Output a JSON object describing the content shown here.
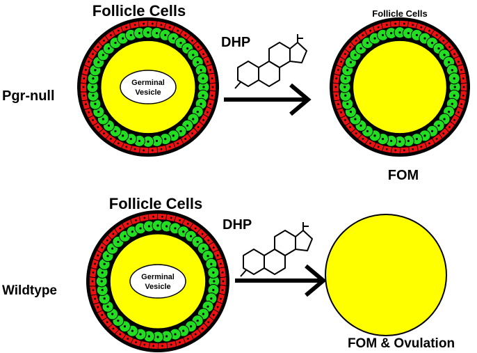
{
  "labels": {
    "follicle_top_left": "Follicle Cells",
    "follicle_top_right": "Follicle Cells",
    "follicle_bottom_left": "Follicle Cells",
    "dhp_top": "DHP",
    "dhp_bottom": "DHP",
    "pgr_null": "Pgr-null",
    "wildtype": "Wildtype",
    "germinal_line1": "Germinal",
    "germinal_line2": "Vesicle",
    "fom": "FOM",
    "fom_ovulation": "FOM & Ovulation"
  },
  "colors": {
    "oocyte_yellow": "#FFFF00",
    "granulosa_green": "#22DD22",
    "theca_red": "#EE1111",
    "nucleus_white": "#FFFFFF",
    "outline_black": "#000000"
  },
  "icons": {
    "steroid": "steroid-structure-icon",
    "arrow": "right-arrow-icon"
  }
}
